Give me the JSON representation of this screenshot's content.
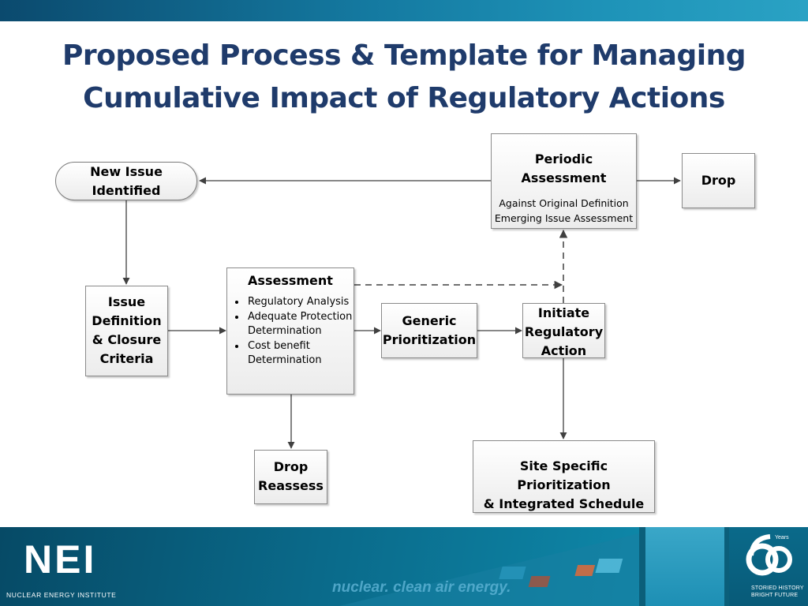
{
  "title": {
    "line1": "Proposed Process & Template for Managing",
    "line2": "Cumulative Impact of Regulatory Actions"
  },
  "diagram": {
    "new_issue": {
      "line1": "New Issue",
      "line2": "Identified"
    },
    "periodic_assessment": {
      "title": "Periodic Assessment",
      "line1": "Against Original Definition",
      "line2": "Emerging Issue Assessment"
    },
    "drop_top": "Drop",
    "issue_definition": {
      "line1": "Issue",
      "line2": "Definition",
      "line3": "& Closure",
      "line4": "Criteria"
    },
    "assessment": {
      "title": "Assessment",
      "bullets": [
        "Regulatory Analysis",
        "Adequate Protection Determination",
        "Cost benefit Determination"
      ]
    },
    "generic_prioritization": {
      "line1": "Generic",
      "line2": "Prioritization"
    },
    "initiate_action": {
      "line1": "Initiate",
      "line2": "Regulatory",
      "line3": "Action"
    },
    "drop_reassess": {
      "line1": "Drop",
      "line2": "Reassess"
    },
    "site_specific": {
      "line1": "Site Specific Prioritization",
      "line2": "& Integrated Schedule"
    }
  },
  "footer": {
    "logo": "NEI",
    "org_name": "NUCLEAR ENERGY INSTITUTE",
    "tagline": "nuclear. clean air energy.",
    "badge_years": "Years",
    "badge_line1": "STORIED HISTORY",
    "badge_line2": "BRIGHT FUTURE"
  },
  "colors": {
    "title": "#1f3b6b",
    "connector": "#404040",
    "footer_bg": "#0b5f7a",
    "top_band": "#1479a0"
  }
}
